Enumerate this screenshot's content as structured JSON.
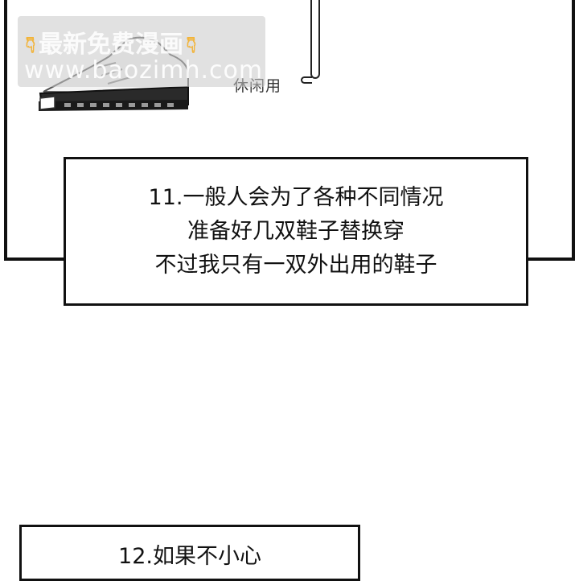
{
  "panel_top": {
    "label_casual": "休闲用"
  },
  "watermark": {
    "line1": "最新免费漫画",
    "line2": "www.baozimh.com",
    "icon": "pointing-down-hand-icon"
  },
  "caption_1": {
    "lines": [
      "11.一般人会为了各种不同情况",
      "准备好几双鞋子替换穿",
      "不过我只有一双外出用的鞋子"
    ]
  },
  "caption_2": {
    "lines": [
      "12.如果不小心"
    ]
  },
  "colors": {
    "ink": "#111111",
    "watermark_bg": "#c8c8c8",
    "watermark_hand": "#f2b43a"
  }
}
